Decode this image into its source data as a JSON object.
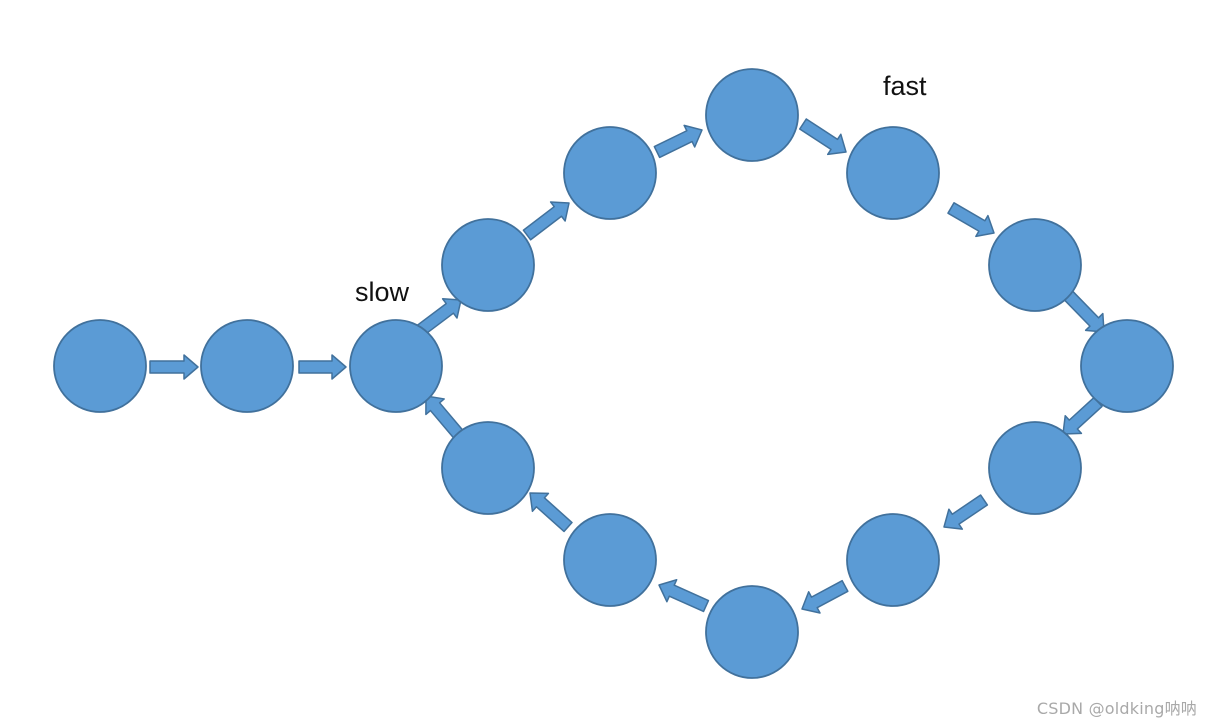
{
  "diagram": {
    "type": "linked-list-cycle",
    "node_count": 14,
    "cycle_start_node": 3,
    "colors": {
      "node_fill": "#5b9bd5",
      "node_stroke": "#41719c",
      "arrow_fill": "#5b9bd5",
      "arrow_stroke": "#41719c"
    },
    "labels": {
      "slow": "slow",
      "fast": "fast"
    }
  },
  "watermark": "CSDN @oldking呐呐"
}
